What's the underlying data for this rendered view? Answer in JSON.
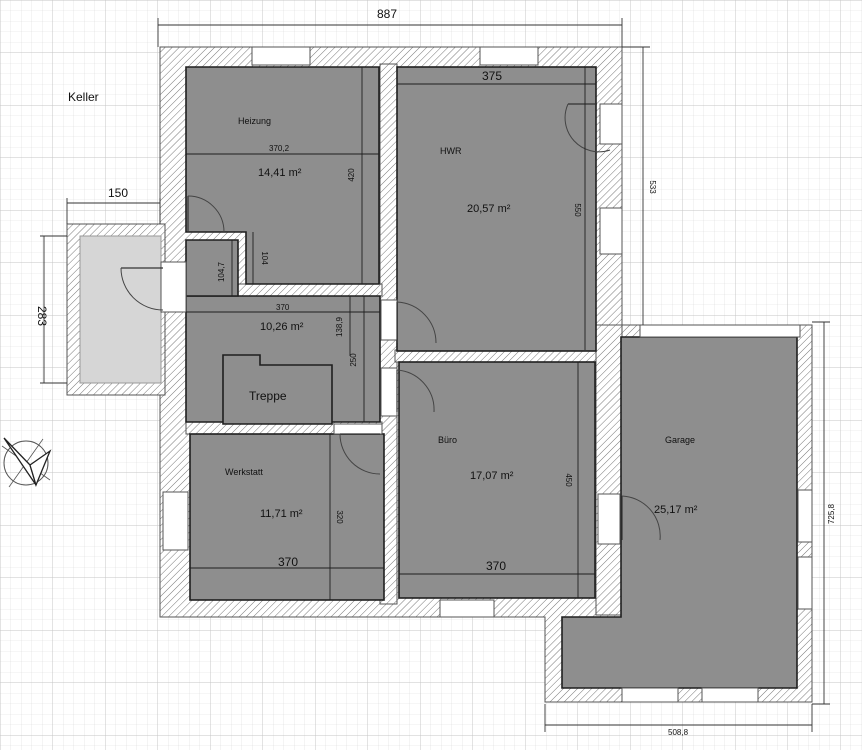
{
  "plan": {
    "floor_label": "Keller",
    "rooms": {
      "heizung": {
        "name": "Heizung",
        "area": "14,41 m²"
      },
      "hwr": {
        "name": "HWR",
        "area": "20,57 m²"
      },
      "flur": {
        "name": "",
        "area": "10,26 m²"
      },
      "treppe": {
        "name": "Treppe"
      },
      "werkstatt": {
        "name": "Werkstatt",
        "area": "11,71 m²"
      },
      "buero": {
        "name": "Büro",
        "area": "17,07 m²"
      },
      "garage": {
        "name": "Garage",
        "area": "25,17 m²"
      }
    },
    "dimensions": {
      "total_width": "887",
      "left_annex_width": "150",
      "left_annex_height": "283",
      "hwr_width": "375",
      "right_height_upper": "533",
      "garage_height": "725,8",
      "garage_width": "508,8",
      "heizung_width": "370,2",
      "heizung_height": "420",
      "hwr_height": "550",
      "small_104": "104",
      "small_104_7": "104,7",
      "flur_width": "370",
      "flur_height": "138,9",
      "treppe_height": "250",
      "werkstatt_height": "320",
      "werkstatt_width": "370",
      "buero_height": "450",
      "buero_width": "370"
    }
  }
}
